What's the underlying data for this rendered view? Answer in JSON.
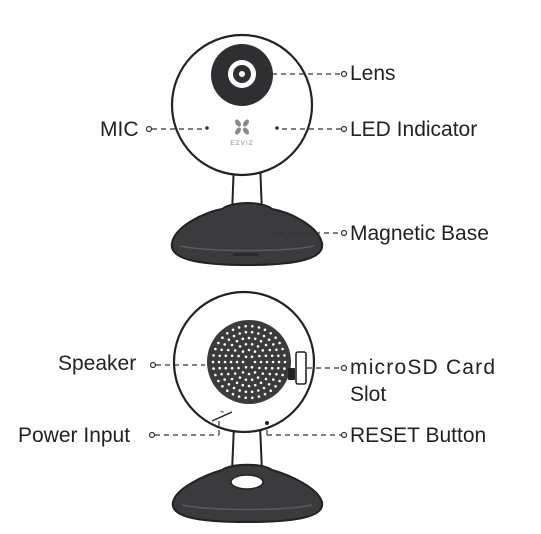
{
  "front_view": {
    "brand_logo_text": "EZVIZ",
    "labels": {
      "lens": "Lens",
      "mic": "MIC",
      "led_indicator": "LED Indicator",
      "magnetic_base": "Magnetic Base"
    }
  },
  "back_view": {
    "labels": {
      "speaker": "Speaker",
      "microsd_line1": "microSD Card",
      "microsd_line2": "Slot",
      "power_input": "Power Input",
      "reset_button": "RESET Button"
    }
  }
}
